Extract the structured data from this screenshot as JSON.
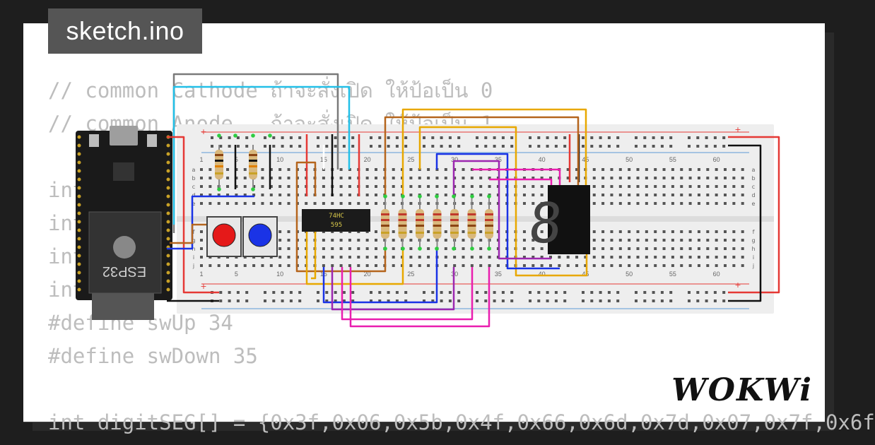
{
  "window": {
    "title": "sketch.ino"
  },
  "code_lines": [
    "// common Cathode ถ้าจะสั่งเปิด ให้ป้อเป็น 0",
    "// common Anode   ถ้าจะสั่งเปิด ให้ป้อเป็น 1",
    "",
    "int",
    "int",
    "int",
    "int",
    "#define swUp 34",
    "#define swDown 35",
    "",
    "int digitSEG[] = {0x3f,0x06,0x5b,0x4f,0x66,0x6d,0x7d,0x07,0x7f,0x6f"
  ],
  "brand": {
    "name": "WOKWi"
  },
  "breadboard": {
    "column_numbers": [
      "1",
      "5",
      "10",
      "15",
      "20",
      "25",
      "30",
      "35",
      "40",
      "45",
      "50",
      "55",
      "60"
    ],
    "row_letters_top": [
      "a",
      "b",
      "c",
      "d",
      "e"
    ],
    "row_letters_bottom": [
      "f",
      "g",
      "h",
      "i",
      "j"
    ],
    "rail_plus": "+",
    "rail_minus": "-"
  },
  "components": {
    "shift_register": {
      "line1": "74HC",
      "line2": "595"
    },
    "esp32": {
      "label": "ESP32"
    },
    "buttons": [
      {
        "color": "#e51919"
      },
      {
        "color": "#1a33e6"
      }
    ],
    "seven_segment": {
      "digit": "8"
    }
  },
  "colors": {
    "background": "#1e1e1e",
    "card": "#ffffff",
    "code_text": "#bdbdbd",
    "title_tab": "#555555",
    "breadboard": "#eeeeee",
    "rail_red": "#e53935",
    "rail_blue": "#5c9bd6"
  }
}
